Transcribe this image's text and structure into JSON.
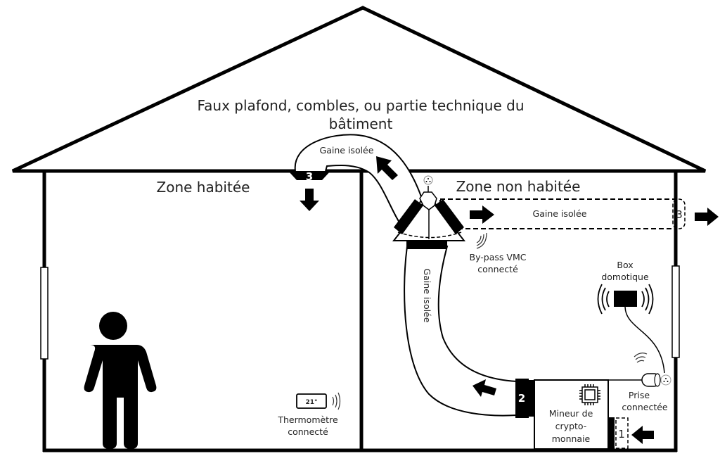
{
  "title": {
    "line1": "Faux plafond, combles, ou partie technique du",
    "line2": "bâtiment"
  },
  "zones": {
    "inhabited": "Zone habitée",
    "uninhabited": "Zone non habitée"
  },
  "ducts": {
    "upper": "Gaine isolée",
    "horizontal": "Gaine isolée",
    "vertical": "Gaine isolée"
  },
  "markers": {
    "m1": "1",
    "m2": "2",
    "m3_left": "3",
    "m3_right": "3"
  },
  "bypass": {
    "line1": "By-pass VMC",
    "line2": "connecté"
  },
  "box": {
    "line1": "Box",
    "line2": "domotique"
  },
  "plug": {
    "line1": "Prise",
    "line2": "connectée"
  },
  "miner": {
    "line1": "Mineur de",
    "line2": "crypto-",
    "line3": "monnaie"
  },
  "thermometer": {
    "display": "21°",
    "line1": "Thermomètre",
    "line2": "connecté"
  }
}
